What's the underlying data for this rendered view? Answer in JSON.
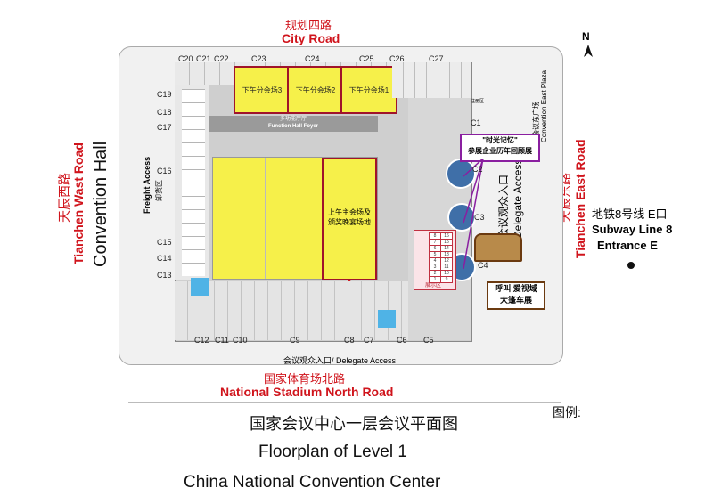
{
  "compass": {
    "label": "N"
  },
  "roads": {
    "north": {
      "cn": "规划四路",
      "en": "City Road"
    },
    "south": {
      "cn": "国家体育场北路",
      "en": "National Stadium North Road"
    },
    "west": {
      "cn": "天辰西路",
      "en": "Tianchen Wast Road"
    },
    "east": {
      "cn": "天辰东路",
      "en": "Tianchen East Road"
    }
  },
  "building": {
    "name": "Convention Hall"
  },
  "areas": {
    "freight": {
      "cn": "卸货区",
      "en": "Freight Access"
    },
    "plaza": {
      "cn": "会议东广场",
      "en": "Convention East Plaza"
    },
    "foyer": {
      "cn": "多功能厅厅",
      "en": "Function Hall Foyer"
    },
    "delegate_east": {
      "cn": "会议观众入口",
      "en": "Delegate Access"
    },
    "delegate_south": "会议观众入口/ Delegate Access",
    "registration": "注册区"
  },
  "halls": {
    "afternoon3": "下午分会场3",
    "afternoon2": "下午分会场2",
    "afternoon1": "下午分会场1",
    "main": "上午主会场及颁奖晚宴场地"
  },
  "gates": {
    "top": [
      "C20",
      "C21",
      "C22",
      "C23",
      "C24",
      "C25",
      "C26",
      "C27"
    ],
    "left": [
      "C19",
      "C18",
      "C17",
      "C16",
      "C15",
      "C14",
      "C13"
    ],
    "right": [
      "C1",
      "C2",
      "C3",
      "C4"
    ],
    "bottom": [
      "C12",
      "C11",
      "C10",
      "C9",
      "C8",
      "C7",
      "C6",
      "C5"
    ]
  },
  "exhibit": {
    "label": "展示区",
    "booths": [
      "8",
      "16",
      "7",
      "15",
      "6",
      "14",
      "5",
      "13",
      "4",
      "12",
      "3",
      "11",
      "2",
      "10",
      "1",
      "9"
    ]
  },
  "callouts": {
    "memory": {
      "line1": "\"时光记忆\"",
      "line2": "参展企业历年回顾展"
    },
    "car": {
      "line1": "呼叫 爱视域",
      "line2": "大篷车展"
    }
  },
  "subway": {
    "cn": "地铁8号线 E口",
    "en_line1": "Subway Line 8",
    "en_line2": "Entrance E"
  },
  "legend": {
    "label": "图例:"
  },
  "title": {
    "cn": "国家会议中心一层会议平面图",
    "en1": "Floorplan of Level 1",
    "en2": "China National Convention Center"
  },
  "colors": {
    "hall": "#f6f04a",
    "road_text": "#d0141c",
    "floor": "#cccccc",
    "accent": "#8a1fa0"
  }
}
